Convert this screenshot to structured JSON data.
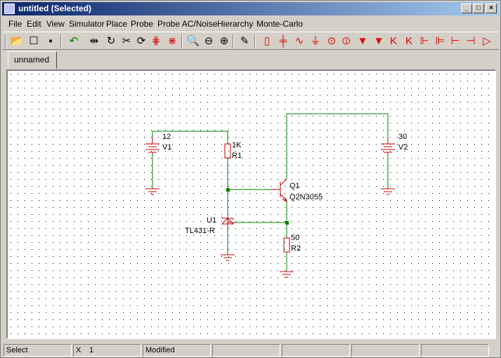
{
  "window": {
    "title": "untitled (Selected)",
    "min": "_",
    "max": "□",
    "close": "×"
  },
  "menu": [
    "File",
    "Edit",
    "View",
    "Simulator",
    "Place",
    "Probe",
    "Probe AC/Noise",
    "Hierarchy",
    "Monte-Carlo"
  ],
  "toolbar_icons": [
    "open-icon",
    "new-icon",
    "save-icon",
    "undo-icon",
    "mirror-icon",
    "rotate-icon",
    "cut-icon",
    "refresh-icon",
    "delete-wire-icon",
    "delete-node-icon",
    "zoom-area-icon",
    "zoom-out-icon",
    "zoom-in-icon",
    "pencil-icon",
    "resistor-icon",
    "capacitor-icon",
    "inductor-icon",
    "ground-icon",
    "voltage-source-icon",
    "current-source-icon",
    "diode-icon",
    "zener-icon",
    "npn-icon",
    "pnp-icon",
    "nmos-icon",
    "pmos-icon",
    "jfet-icon",
    "opamp-icon"
  ],
  "tab": {
    "label": "unnamed"
  },
  "schematic": {
    "v1": {
      "value": "12",
      "ref": "V1"
    },
    "v2": {
      "value": "30",
      "ref": "V2"
    },
    "r1": {
      "value": "1K",
      "ref": "R1"
    },
    "r2": {
      "value": "50",
      "ref": "R2"
    },
    "q1": {
      "ref": "Q1",
      "model": "Q2N3055"
    },
    "u1": {
      "ref": "U1",
      "model": "TL431-R"
    }
  },
  "status": {
    "mode": "Select",
    "x_label": "X",
    "x_value": "1",
    "state": "Modified"
  },
  "colors": {
    "wire": "#008000",
    "component": "#c00000",
    "grid": "#000000"
  }
}
